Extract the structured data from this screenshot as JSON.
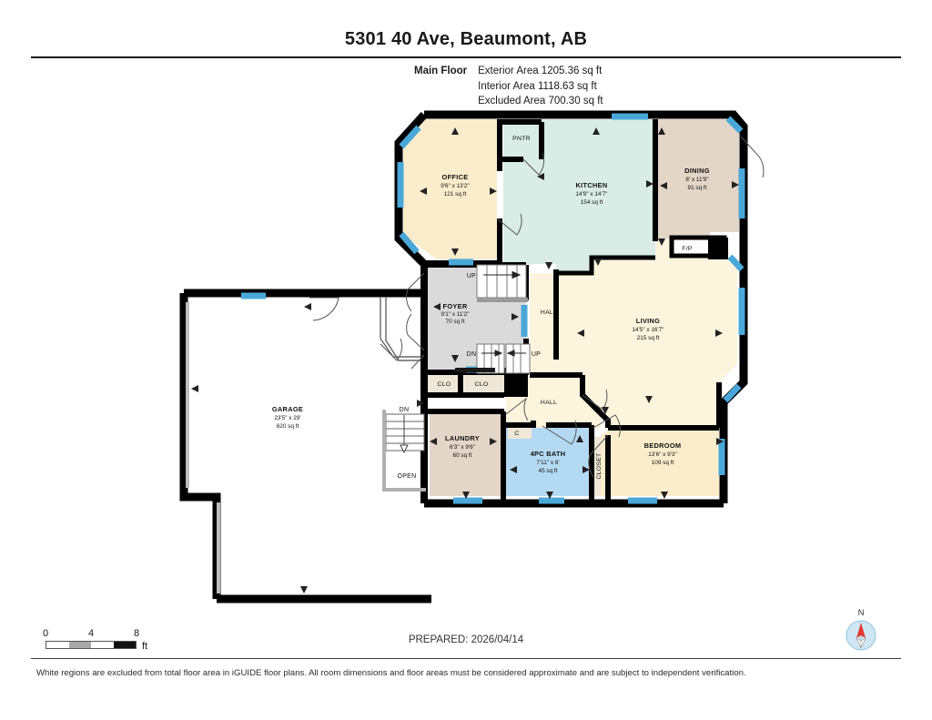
{
  "header": {
    "title": "5301 40 Ave, Beaumont, AB",
    "floor_label": "Main Floor",
    "exterior_area": "Exterior Area 1205.36 sq ft",
    "interior_area": "Interior Area 1118.63 sq ft",
    "excluded_area": "Excluded Area 700.30 sq ft"
  },
  "rooms": [
    {
      "id": "office",
      "name": "OFFICE",
      "dim": "9'6\" x 13'2\"",
      "area": "121 sq ft",
      "color": "#fbeccb"
    },
    {
      "id": "pantry",
      "name": "PNTR",
      "dim": "",
      "area": "",
      "color": "#e3d3c6"
    },
    {
      "id": "kitchen",
      "name": "KITCHEN",
      "dim": "14'9\" x 14'7\"",
      "area": "154 sq ft",
      "color": "#d9ece6"
    },
    {
      "id": "dining",
      "name": "DINING",
      "dim": "8' x 11'9\"",
      "area": "91 sq ft",
      "color": "#e3d5c7"
    },
    {
      "id": "foyer",
      "name": "FOYER",
      "dim": "9'1\" x 11'2\"",
      "area": "70 sq ft",
      "color": "#dadada"
    },
    {
      "id": "hall1",
      "name": "HALL",
      "dim": "",
      "area": "",
      "color": "#fdf4dd"
    },
    {
      "id": "living",
      "name": "LIVING",
      "dim": "14'5\" x 16'7\"",
      "area": "215 sq ft",
      "color": "#fdf4dd"
    },
    {
      "id": "hall2",
      "name": "HALL",
      "dim": "",
      "area": "",
      "color": "#fdf4dd"
    },
    {
      "id": "laundry",
      "name": "LAUNDRY",
      "dim": "6'3\" x 9'6\"",
      "area": "60 sq ft",
      "color": "#e3d5c7"
    },
    {
      "id": "bath",
      "name": "4PC BATH",
      "dim": "7'11\" x 6'",
      "area": "45 sq ft",
      "color": "#b4daf3"
    },
    {
      "id": "bedroom",
      "name": "BEDROOM",
      "dim": "13'6\" x 9'3\"",
      "area": "109 sq ft",
      "color": "#fbeccb"
    },
    {
      "id": "garage",
      "name": "GARAGE",
      "dim": "23'5\" x 29'",
      "area": "620 sq ft",
      "color": "#ffffff"
    }
  ],
  "labels": {
    "closet_left": "CLO",
    "closet_right": "CLO",
    "closet_vertical": "CLOSET",
    "closet_small": "C",
    "fireplace": "F/P",
    "stair_up_top": "UP",
    "stair_dn_mid": "DN",
    "stair_up_mid": "UP",
    "stair_dn_garage": "DN",
    "stair_open_garage": "OPEN"
  },
  "scale": {
    "tick_0": "0",
    "tick_4": "4",
    "tick_8": "8",
    "unit": "ft"
  },
  "footer": {
    "prepared": "PREPARED: 2026/04/14",
    "compass_north": "N",
    "disclaimer": "White regions are excluded from total floor area in iGUIDE floor plans. All room dimensions and floor areas must be considered approximate and are subject to independent verification."
  },
  "colors": {
    "wall": "#000000",
    "window": "#4aa8d8",
    "office_fill": "#fbeccb",
    "kitchen_fill": "#d9ece6",
    "dining_fill": "#e3d5c7",
    "living_fill": "#fdf4dd",
    "bath_fill": "#b4daf3",
    "foyer_fill": "#dadada",
    "garage_fill": "#ffffff",
    "compass_disc": "#cfe7f5",
    "compass_needle": "#e03a32"
  }
}
